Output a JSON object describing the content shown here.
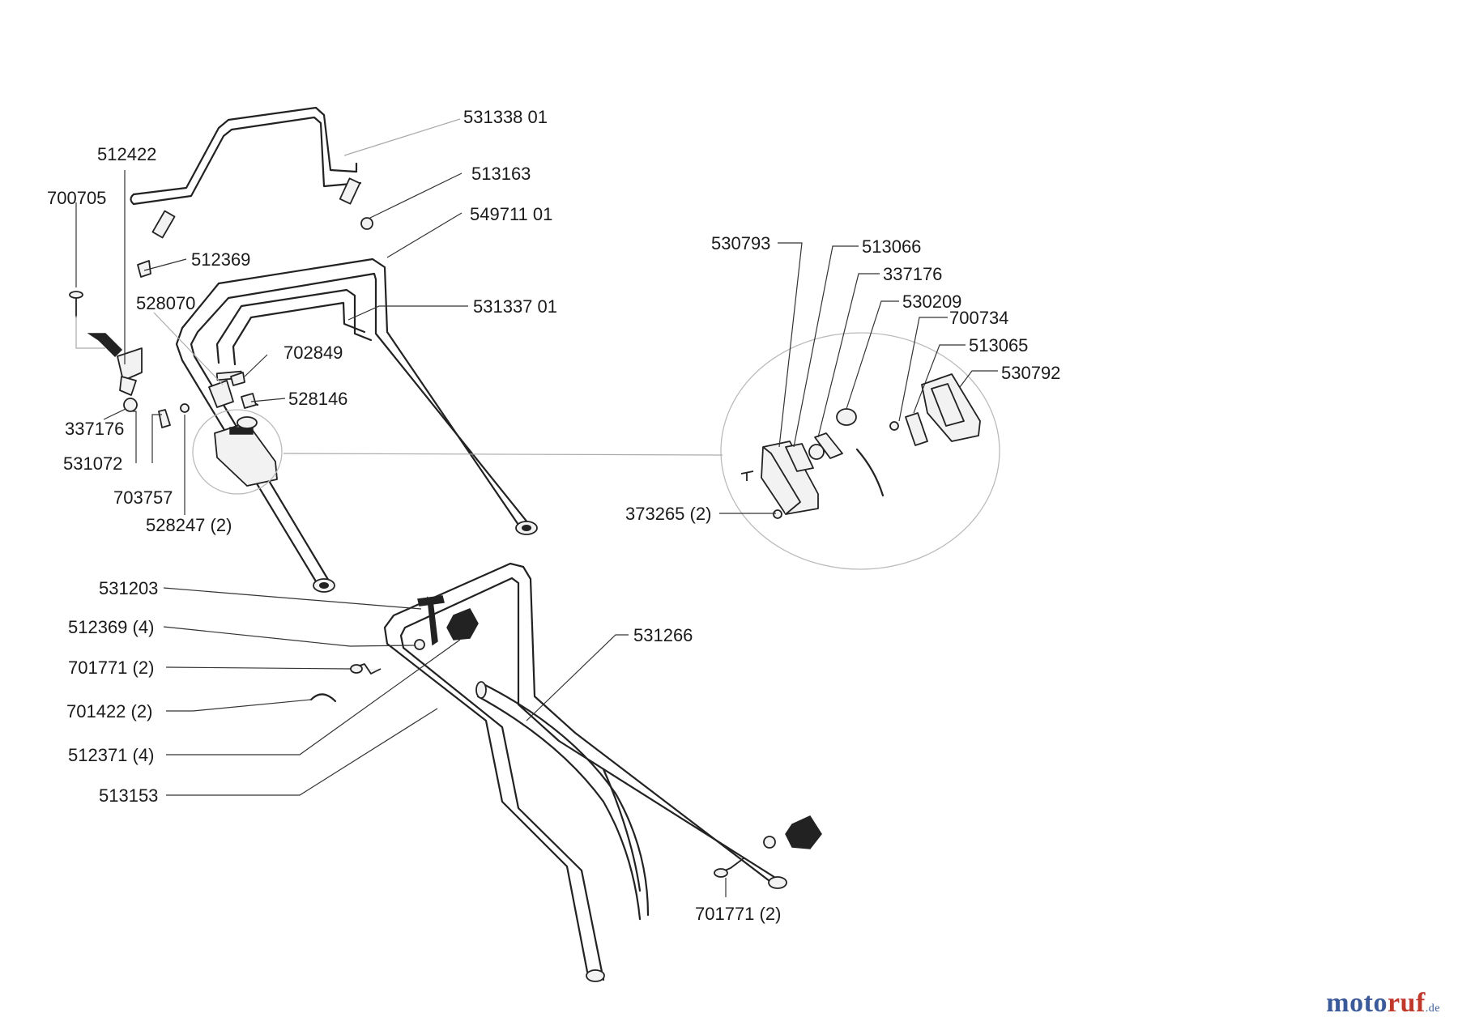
{
  "callouts": [
    {
      "id": "c1",
      "text": "531338 01"
    },
    {
      "id": "c2",
      "text": "512422"
    },
    {
      "id": "c3",
      "text": "513163"
    },
    {
      "id": "c4",
      "text": "700705"
    },
    {
      "id": "c5",
      "text": "549711 01"
    },
    {
      "id": "c6",
      "text": "512369"
    },
    {
      "id": "c7",
      "text": "528070"
    },
    {
      "id": "c8",
      "text": "531337 01"
    },
    {
      "id": "c9",
      "text": "702849"
    },
    {
      "id": "c10",
      "text": "528146"
    },
    {
      "id": "c11",
      "text": "337176"
    },
    {
      "id": "c12",
      "text": "531072"
    },
    {
      "id": "c13",
      "text": "703757"
    },
    {
      "id": "c14",
      "text": "528247 (2)"
    },
    {
      "id": "c15",
      "text": "530793"
    },
    {
      "id": "c16",
      "text": "513066"
    },
    {
      "id": "c17",
      "text": "337176"
    },
    {
      "id": "c18",
      "text": "530209"
    },
    {
      "id": "c19",
      "text": "700734"
    },
    {
      "id": "c20",
      "text": "513065"
    },
    {
      "id": "c21",
      "text": "530792"
    },
    {
      "id": "c22",
      "text": "373265 (2)"
    },
    {
      "id": "c23",
      "text": "531203"
    },
    {
      "id": "c24",
      "text": "512369 (4)"
    },
    {
      "id": "c25",
      "text": "531266"
    },
    {
      "id": "c26",
      "text": "701771 (2)"
    },
    {
      "id": "c27",
      "text": "701422 (2)"
    },
    {
      "id": "c28",
      "text": "512371 (4)"
    },
    {
      "id": "c29",
      "text": "513153"
    },
    {
      "id": "c30",
      "text": "701771 (2)"
    }
  ],
  "watermark": {
    "part1": "moto",
    "part2": "ruf",
    "part3": ".de"
  }
}
